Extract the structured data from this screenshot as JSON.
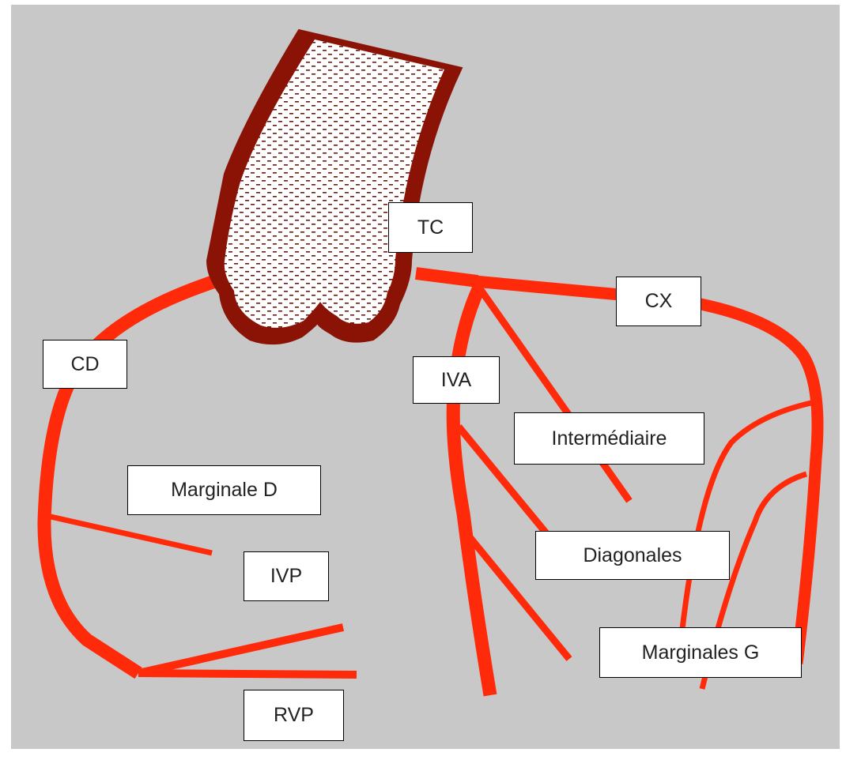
{
  "colors": {
    "background": "#c8c8c8",
    "artery": "#ff2a0a",
    "aorta_wall": "#8a1306",
    "aorta_fill": "#ffffff",
    "aorta_dots": "#6b1a10",
    "label_bg": "#ffffff",
    "label_border": "#000000"
  },
  "labels": {
    "tc": "TC",
    "cx": "CX",
    "cd": "CD",
    "iva": "IVA",
    "intermediaire": "Intermédiaire",
    "marginale_d": "Marginale D",
    "ivp": "IVP",
    "diagonales": "Diagonales",
    "marginales_g": "Marginales G",
    "rvp": "RVP"
  }
}
